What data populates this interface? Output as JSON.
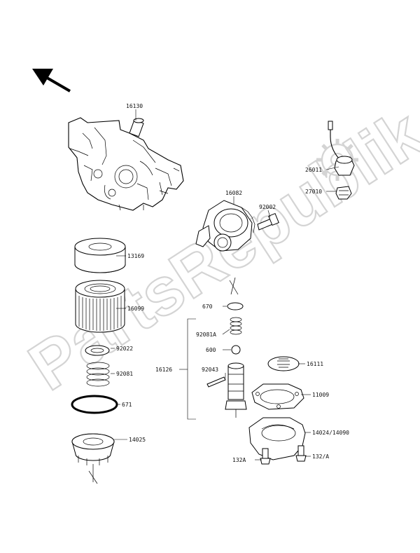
{
  "watermark": "PartsRepublik",
  "labels": {
    "p16130": "16130",
    "p26011": "26011",
    "p27010": "27010",
    "p16082": "16082",
    "p92002": "92002",
    "p13169": "13169",
    "p16099": "16099",
    "p670": "670",
    "p92081a": "92081A",
    "p600": "600",
    "p16126": "16126",
    "p92043": "92043",
    "p92022": "92022",
    "p92081": "92081",
    "p671": "671",
    "p14025": "14025",
    "p16111": "16111",
    "p11009": "11009",
    "p14024": "14024/14090",
    "p1324": "132A",
    "p132a": "132/A"
  }
}
